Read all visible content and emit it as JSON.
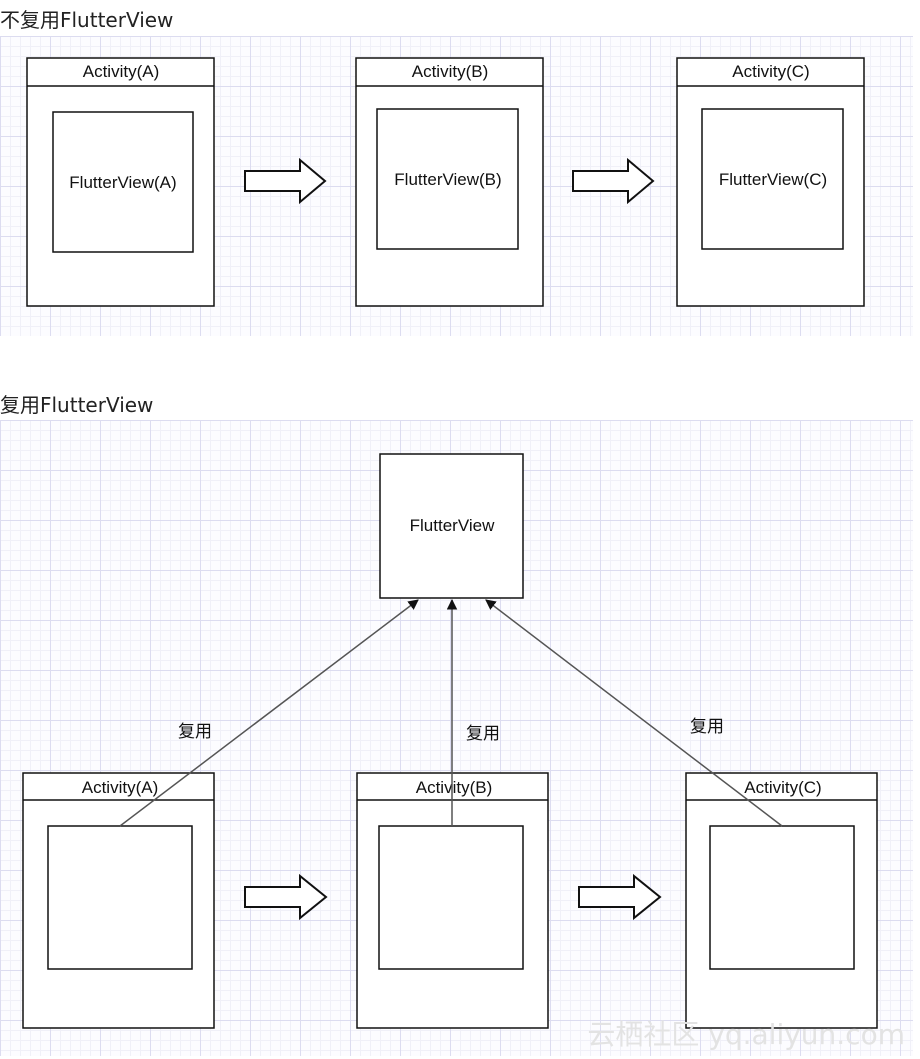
{
  "section1": {
    "title": "不复用FlutterView",
    "activities": [
      {
        "title": "Activity(A)",
        "inner_label": "FlutterView(A)"
      },
      {
        "title": "Activity(B)",
        "inner_label": "FlutterView(B)"
      },
      {
        "title": "Activity(C)",
        "inner_label": "FlutterView(C)"
      }
    ]
  },
  "section2": {
    "title": "复用FlutterView",
    "shared_view_label": "FlutterView",
    "activities": [
      {
        "title": "Activity(A)",
        "edge_label": "复用"
      },
      {
        "title": "Activity(B)",
        "edge_label": "复用"
      },
      {
        "title": "Activity(C)",
        "edge_label": "复用"
      }
    ]
  },
  "watermark": "云栖社区 yq.aliyun.com",
  "colors": {
    "stroke": "#111111",
    "edge": "#555555",
    "grid_major": "#dcdcf0",
    "grid_minor": "#f0f0f8",
    "watermark": "#e3e3e3"
  }
}
